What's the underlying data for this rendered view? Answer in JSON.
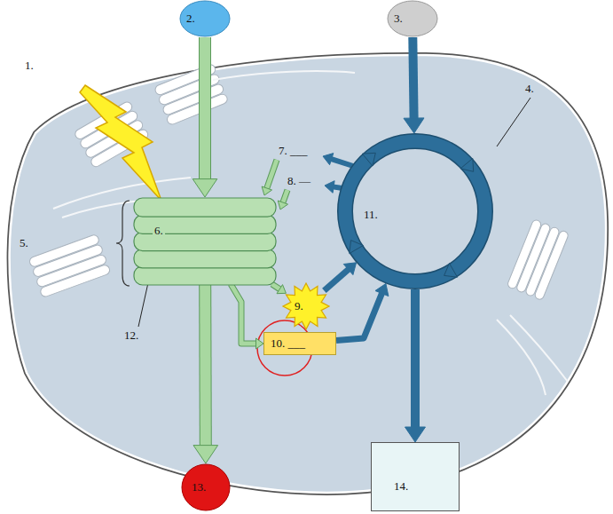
{
  "diagram": {
    "nodes": [
      {
        "text": [
          "2."
        ]
      },
      {
        "text": [
          "3."
        ]
      },
      {
        "text": [
          "6."
        ]
      },
      {
        "text": [
          "11."
        ]
      },
      {
        "text": [
          "9."
        ]
      },
      {
        "text": [
          "10. ___"
        ]
      },
      {
        "text": [
          "13."
        ]
      },
      {
        "text": [
          "14."
        ]
      }
    ],
    "edges": [
      {
        "from": 0,
        "to": 2,
        "arrow": "to"
      },
      {
        "from": 2,
        "to": 6,
        "arrow": "to"
      },
      {
        "from": 1,
        "to": 3,
        "arrow": "to"
      },
      {
        "from": 3,
        "to": 7,
        "arrow": "to"
      },
      {
        "from": 2,
        "to": 4,
        "arrow": "to"
      },
      {
        "from": 2,
        "to": 5,
        "arrow": "to"
      },
      {
        "from": 4,
        "to": 3,
        "arrow": "to"
      },
      {
        "from": 5,
        "to": 3,
        "arrow": "to"
      }
    ],
    "labels": [
      "1.",
      "4.",
      "5.",
      "7. ___",
      "8. —",
      "12."
    ]
  }
}
